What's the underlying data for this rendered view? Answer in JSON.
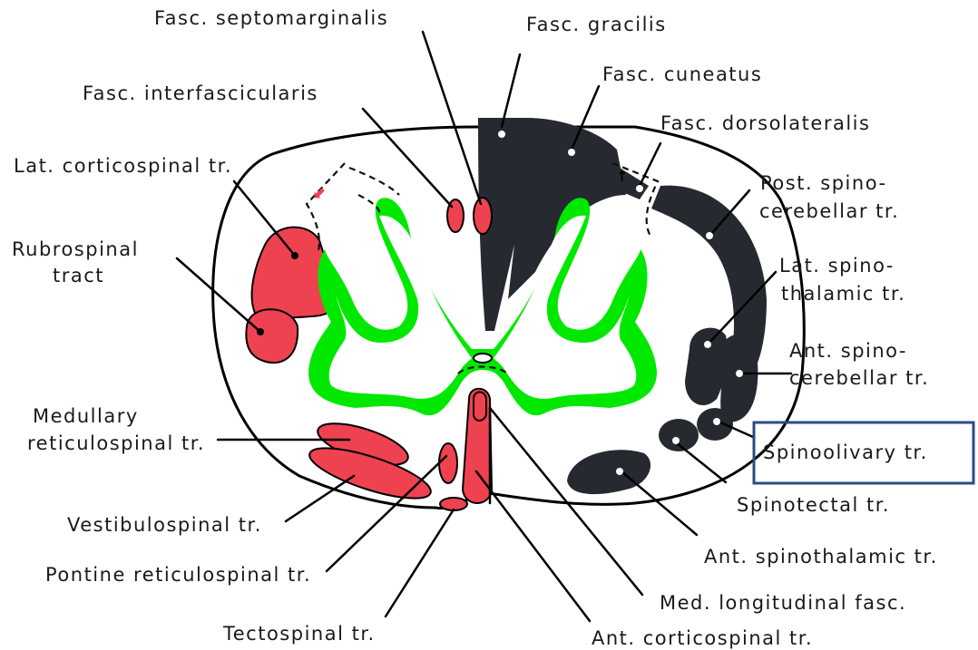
{
  "labels": {
    "fasc_septomarginalis": "Fasc. septomarginalis",
    "fasc_gracilis": "Fasc. gracilis",
    "fasc_cuneatus": "Fasc. cuneatus",
    "fasc_interfascicularis": "Fasc. interfascicularis",
    "fasc_dorsolateralis": "Fasc. dorsolateralis",
    "lat_corticospinal": "Lat. corticospinal tr.",
    "post_spinocerebellar_1": "Post. spino-",
    "post_spinocerebellar_2": "cerebellar tr.",
    "rubrospinal_1": "Rubrospinal",
    "rubrospinal_2": "tract",
    "lat_spinothalamic_1": "Lat. spino-",
    "lat_spinothalamic_2": "thalamic tr.",
    "ant_spinocerebellar_1": "Ant. spino-",
    "ant_spinocerebellar_2": "cerebellar tr.",
    "medullary_reticulospinal_1": "Medullary",
    "medullary_reticulospinal_2": "reticulospinal tr.",
    "spinoolivary": "Spinoolivary tr.",
    "spinotectal": "Spinotectal tr.",
    "vestibulospinal": "Vestibulospinal tr.",
    "ant_spinothalamic": "Ant. spinothalamic tr.",
    "pontine_reticulospinal": "Pontine reticulospinal tr.",
    "med_longitudinal_fasc": "Med. longitudinal fasc.",
    "tectospinal": "Tectospinal tr.",
    "ant_corticospinal": "Ant. corticospinal tr."
  },
  "colors": {
    "gray_matter": "#00e800",
    "descending_tracts": "#ef4250",
    "ascending_tracts": "#262a30",
    "highlight_box": "#2a4d80"
  }
}
